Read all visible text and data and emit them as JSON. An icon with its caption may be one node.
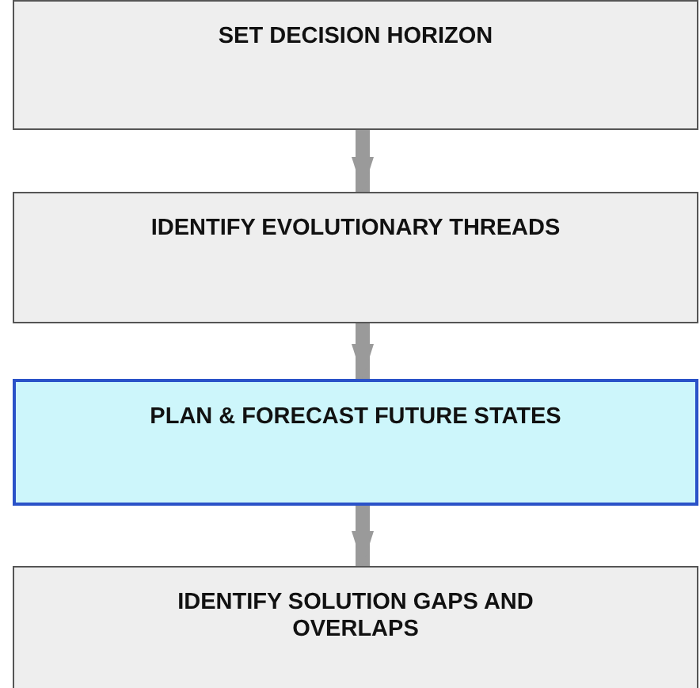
{
  "diagram": {
    "nodes": [
      {
        "text": [
          "SET DECISION HORIZON"
        ]
      },
      {
        "text": [
          "IDENTIFY EVOLUTIONARY THREADS"
        ]
      },
      {
        "text": [
          "PLAN & FORECAST FUTURE STATES"
        ]
      },
      {
        "text": [
          "IDENTIFY SOLUTION GAPS AND OVERLAPS"
        ]
      }
    ],
    "edges": [
      {
        "from": 0,
        "to": 1,
        "arrow": "to"
      },
      {
        "from": 1,
        "to": 2,
        "arrow": "to"
      },
      {
        "from": 2,
        "to": 3,
        "arrow": "to"
      }
    ]
  }
}
